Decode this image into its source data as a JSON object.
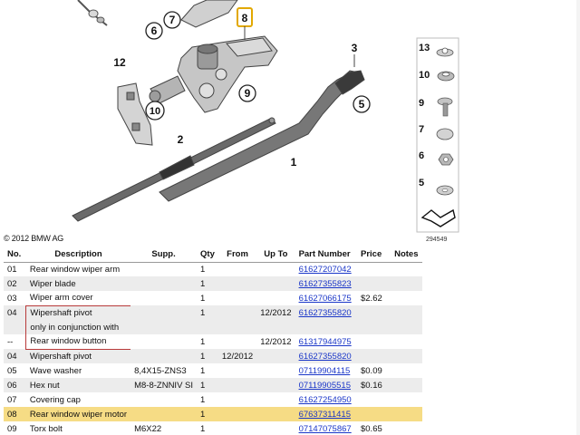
{
  "diagram": {
    "callouts": [
      "1",
      "3",
      "5",
      "6",
      "7",
      "8",
      "9",
      "10",
      "12",
      "2"
    ],
    "legend_items": [
      "13",
      "10",
      "9",
      "7",
      "6",
      "5"
    ],
    "image_number": "294549",
    "copyright": "© 2012 BMW AG"
  },
  "table": {
    "headers": {
      "no": "No.",
      "description": "Description",
      "supp": "Supp.",
      "qty": "Qty",
      "from": "From",
      "up_to": "Up To",
      "part_number": "Part Number",
      "price": "Price",
      "notes": "Notes"
    },
    "rows": [
      {
        "no": "01",
        "description": "Rear window wiper arm",
        "supp": "",
        "qty": "1",
        "from": "",
        "up_to": "",
        "part_number": "61627207042",
        "price": "",
        "notes": ""
      },
      {
        "no": "02",
        "description": "Wiper blade",
        "supp": "",
        "qty": "1",
        "from": "",
        "up_to": "",
        "part_number": "61627355823",
        "price": "",
        "notes": ""
      },
      {
        "no": "03",
        "description": "Wiper arm cover",
        "supp": "",
        "qty": "1",
        "from": "",
        "up_to": "",
        "part_number": "61627066175",
        "price": "$2.62",
        "notes": ""
      },
      {
        "no": "04",
        "description": "Wipershaft pivot",
        "supp": "",
        "qty": "1",
        "from": "",
        "up_to": "12/2012",
        "part_number": "61627355820",
        "price": "",
        "notes": ""
      },
      {
        "no": "",
        "description": "only in conjunction with",
        "supp": "",
        "qty": "",
        "from": "",
        "up_to": "",
        "part_number": "",
        "price": "",
        "notes": ""
      },
      {
        "no": "--",
        "description": "Rear window button",
        "supp": "",
        "qty": "1",
        "from": "",
        "up_to": "12/2012",
        "part_number": "61317944975",
        "price": "",
        "notes": ""
      },
      {
        "no": "04",
        "description": "Wipershaft pivot",
        "supp": "",
        "qty": "1",
        "from": "12/2012",
        "up_to": "",
        "part_number": "61627355820",
        "price": "",
        "notes": ""
      },
      {
        "no": "05",
        "description": "Wave washer",
        "supp": "8,4X15-ZNS3",
        "qty": "1",
        "from": "",
        "up_to": "",
        "part_number": "07119904115",
        "price": "$0.09",
        "notes": ""
      },
      {
        "no": "06",
        "description": "Hex nut",
        "supp": "M8-8-ZNNIV SI",
        "qty": "1",
        "from": "",
        "up_to": "",
        "part_number": "07119905515",
        "price": "$0.16",
        "notes": ""
      },
      {
        "no": "07",
        "description": "Covering cap",
        "supp": "",
        "qty": "1",
        "from": "",
        "up_to": "",
        "part_number": "61627254950",
        "price": "",
        "notes": ""
      },
      {
        "no": "08",
        "description": "Rear window wiper motor",
        "supp": "",
        "qty": "1",
        "from": "",
        "up_to": "",
        "part_number": "67637311415",
        "price": "",
        "notes": ""
      },
      {
        "no": "09",
        "description": "Torx bolt",
        "supp": "M6X22",
        "qty": "1",
        "from": "",
        "up_to": "",
        "part_number": "07147075867",
        "price": "$0.65",
        "notes": ""
      }
    ]
  }
}
